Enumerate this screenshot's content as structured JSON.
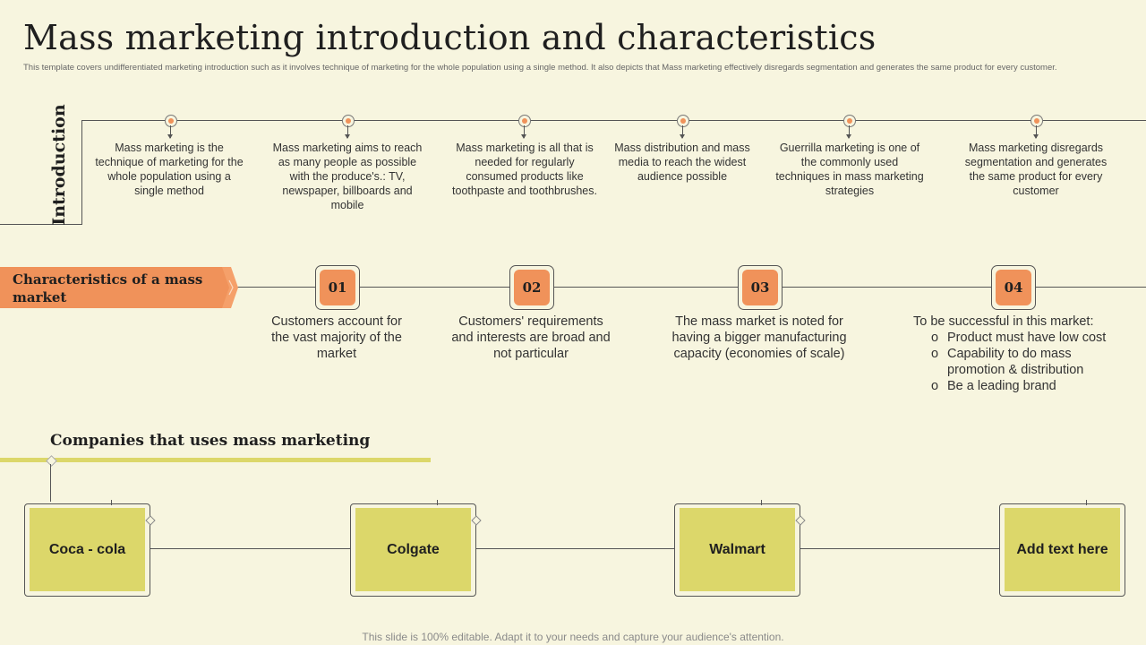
{
  "title": "Mass marketing introduction and characteristics",
  "subtitle": "This template covers undifferentiated marketing introduction such as it involves technique of marketing for the whole population using a single method. It also depicts that Mass marketing effectively disregards segmentation and generates the same product for every customer.",
  "introduction": {
    "label": "Introduction",
    "items": [
      {
        "text": "Mass marketing is the technique of marketing for the whole population using a single method"
      },
      {
        "text": "Mass marketing aims to reach as many people as possible with the produce's.: TV, newspaper, billboards and mobile"
      },
      {
        "text": "Mass marketing is all that is needed for regularly consumed products like toothpaste and toothbrushes."
      },
      {
        "text": "Mass distribution and mass media to reach the widest audience possible"
      },
      {
        "text": "Guerrilla marketing is one of the commonly used techniques in mass marketing strategies"
      },
      {
        "text": "Mass marketing disregards segmentation and generates the same product for every customer"
      }
    ]
  },
  "characteristics": {
    "label": "Characteristics of a mass market",
    "items": [
      {
        "number": "01",
        "text": "Customers account for the vast majority of the market"
      },
      {
        "number": "02",
        "text": "Customers' requirements and interests are broad and not particular"
      },
      {
        "number": "03",
        "text": "The mass market is noted for having a bigger manufacturing capacity (economies of scale)"
      },
      {
        "number": "04",
        "text": "To be successful in this market:",
        "bullets": [
          "Product must have low cost",
          "Capability to do mass promotion & distribution",
          "Be a leading brand"
        ]
      }
    ]
  },
  "companies": {
    "title": "Companies that uses mass marketing",
    "items": [
      {
        "name": "Coca - cola"
      },
      {
        "name": "Colgate"
      },
      {
        "name": "Walmart"
      },
      {
        "name": "Add text here"
      }
    ]
  },
  "footer": "This slide is 100% editable. Adapt it to your needs and capture your audience's attention.",
  "colors": {
    "background": "#f7f5df",
    "orange": "#f0925a",
    "yellow": "#dcd76a"
  }
}
